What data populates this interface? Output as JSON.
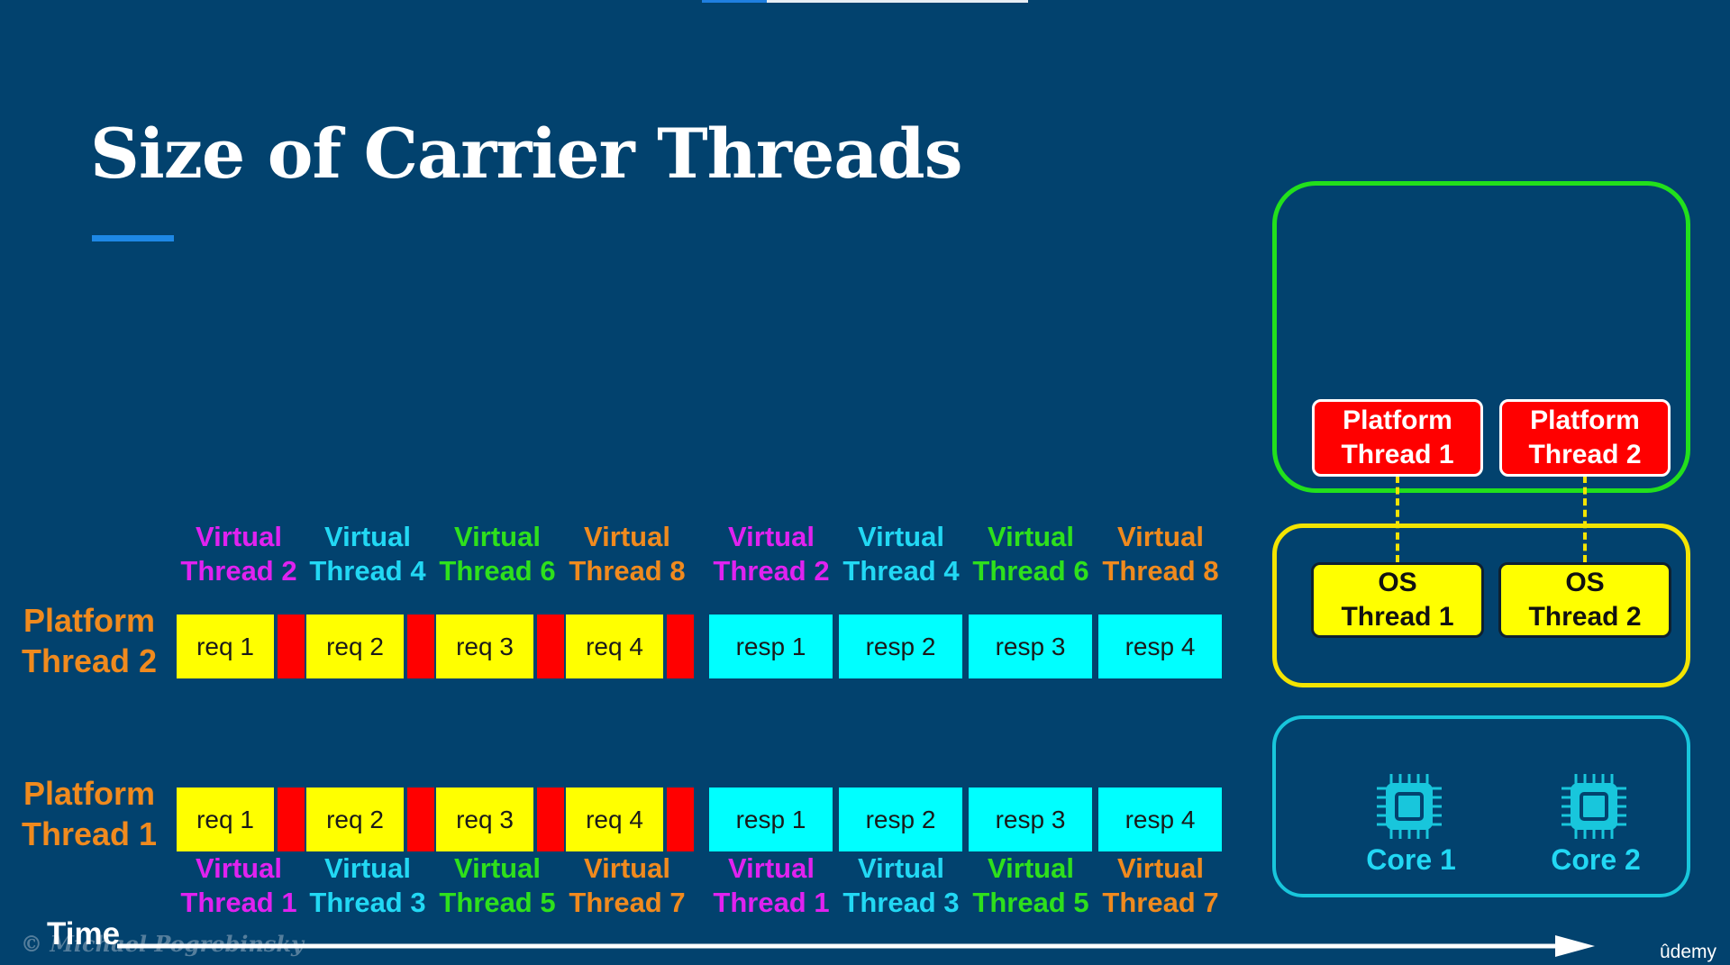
{
  "slide": {
    "title": "Size of Carrier Threads"
  },
  "timeline": {
    "rows": [
      {
        "platform_thread": [
          "Platform",
          "Thread 2"
        ],
        "virtual_threads": [
          [
            "Virtual",
            "Thread 2"
          ],
          [
            "Virtual",
            "Thread 4"
          ],
          [
            "Virtual",
            "Thread 6"
          ],
          [
            "Virtual",
            "Thread 8"
          ],
          [
            "Virtual",
            "Thread 2"
          ],
          [
            "Virtual",
            "Thread 4"
          ],
          [
            "Virtual",
            "Thread 6"
          ],
          [
            "Virtual",
            "Thread 8"
          ]
        ],
        "requests": [
          "req 1",
          "req 2",
          "req 3",
          "req 4"
        ],
        "responses": [
          "resp 1",
          "resp 2",
          "resp 3",
          "resp 4"
        ]
      },
      {
        "platform_thread": [
          "Platform",
          "Thread 1"
        ],
        "virtual_threads": [
          [
            "Virtual",
            "Thread 1"
          ],
          [
            "Virtual",
            "Thread 3"
          ],
          [
            "Virtual",
            "Thread 5"
          ],
          [
            "Virtual",
            "Thread 7"
          ],
          [
            "Virtual",
            "Thread 1"
          ],
          [
            "Virtual",
            "Thread 3"
          ],
          [
            "Virtual",
            "Thread 5"
          ],
          [
            "Virtual",
            "Thread 7"
          ]
        ],
        "requests": [
          "req 1",
          "req 2",
          "req 3",
          "req 4"
        ],
        "responses": [
          "resp 1",
          "resp 2",
          "resp 3",
          "resp 4"
        ]
      }
    ],
    "time_label": "Time"
  },
  "architecture": {
    "platform_threads": [
      [
        "Platform",
        "Thread 1"
      ],
      [
        "Platform",
        "Thread 2"
      ]
    ],
    "os_threads": [
      [
        "OS",
        "Thread 1"
      ],
      [
        "OS",
        "Thread 2"
      ]
    ],
    "cores": [
      "Core 1",
      "Core 2"
    ],
    "core_icon": "cpu-chip-icon"
  },
  "watermark": "© Michael Pogrebinsky",
  "brand": "ûdemy",
  "colors": {
    "background": "#02426e",
    "virtual_thread_colors": [
      "#e022f0",
      "#22d8f4",
      "#2ee01c",
      "#f08a1e"
    ],
    "platform_label": "#f08a1e",
    "request_block": "#ffff00",
    "blocked_gap": "#ff0000",
    "response_block": "#00ffff",
    "jvm_border": "#22e01c",
    "os_border": "#f4e400",
    "hardware_border": "#18c6dc"
  },
  "progress_fraction": 0.2
}
